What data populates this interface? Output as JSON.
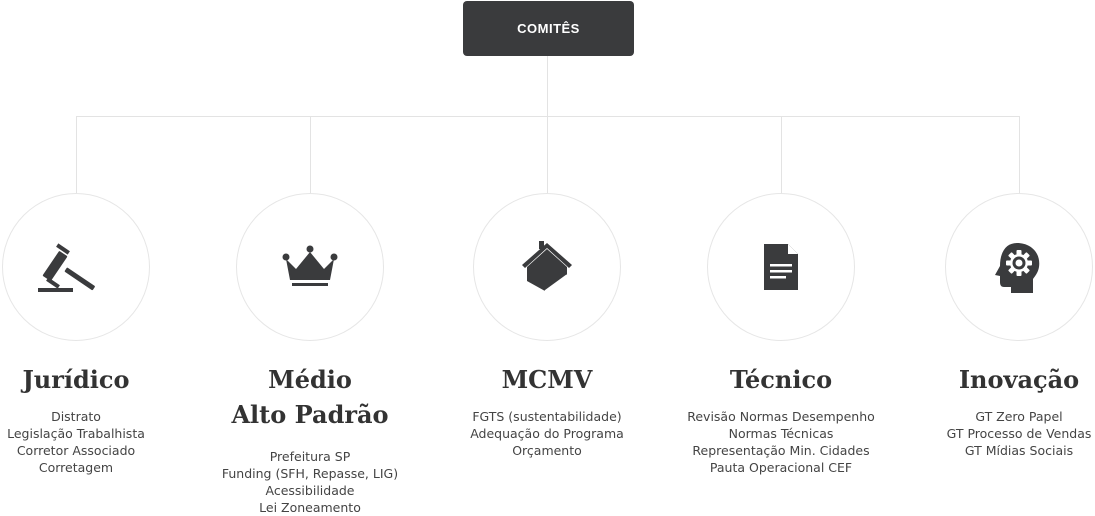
{
  "root": {
    "label": "COMITÊS"
  },
  "committees": [
    {
      "title": "Jurídico",
      "icon": "gavel-icon",
      "items": [
        "Distrato",
        "Legislação Trabalhista",
        "Corretor Associado",
        "Corretagem"
      ]
    },
    {
      "title": "Médio\nAlto Padrão",
      "title_lines": [
        "Médio",
        "Alto Padrão"
      ],
      "icon": "crown-icon",
      "items": [
        "Prefeitura SP",
        "Funding (SFH, Repasse, LIG)",
        "Acessibilidade",
        "Lei Zoneamento"
      ]
    },
    {
      "title": "MCMV",
      "icon": "house-icon",
      "items": [
        "FGTS (sustentabilidade)",
        "Adequação do Programa",
        "Orçamento"
      ]
    },
    {
      "title": "Técnico",
      "icon": "document-icon",
      "items": [
        "Revisão Normas Desempenho",
        "Normas Técnicas",
        "Representação Min. Cidades",
        "Pauta Operacional CEF"
      ]
    },
    {
      "title": "Inovação",
      "icon": "head-gear-icon",
      "items": [
        "GT Zero Papel",
        "GT Processo de Vendas",
        "GT Mídias Sociais"
      ]
    }
  ],
  "colors": {
    "root_bg": "#3a3b3d",
    "icon": "#3a3b3d",
    "line": "#e3e3e3",
    "circle_border": "#e6e6e6"
  }
}
